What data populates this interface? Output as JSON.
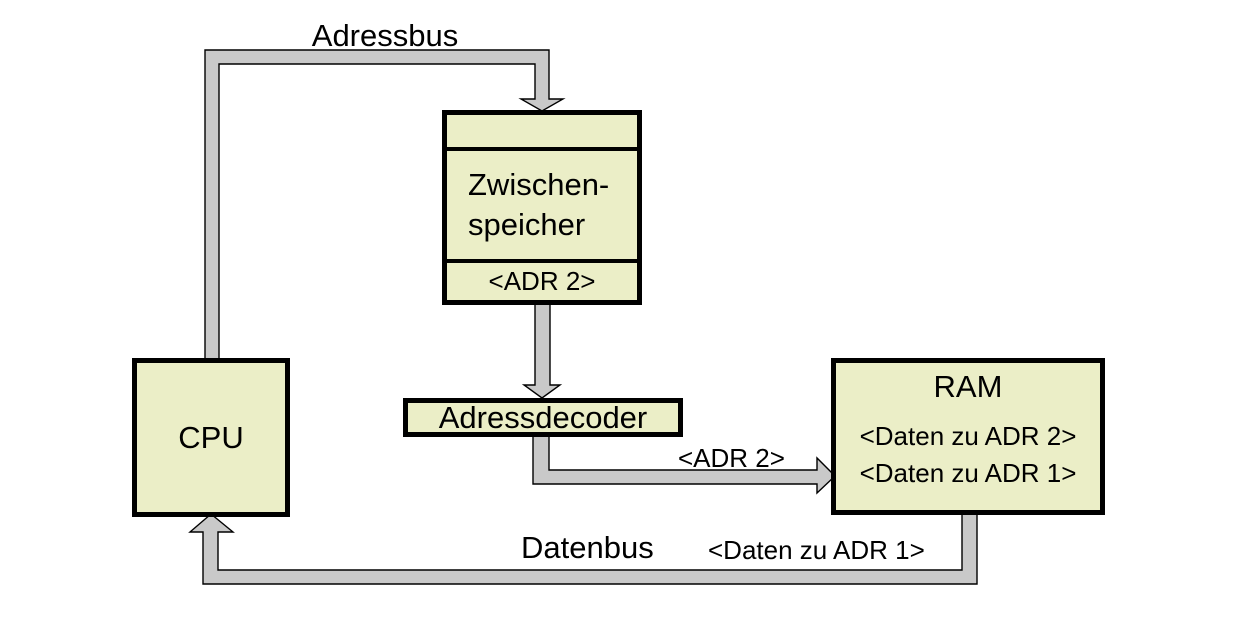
{
  "diagram": {
    "colors": {
      "background": "#ffffff",
      "box_fill": "#ebeec7",
      "box_border": "#000000",
      "bus_fill": "#c9c9c9",
      "bus_outline": "#000000",
      "text": "#000000"
    },
    "bus_labels": {
      "adressbus": "Adressbus",
      "datenbus": "Datenbus",
      "adr2": "<ADR 2>",
      "daten_zu_adr1": "<Daten zu ADR 1>"
    },
    "boxes": {
      "cpu": {
        "label": "CPU"
      },
      "zwischenspeicher": {
        "label_line1": "Zwischen-",
        "label_line2": "speicher",
        "slot": "<ADR 2>"
      },
      "adressdecoder": {
        "label": "Adressdecoder"
      },
      "ram": {
        "title": "RAM",
        "row1": "<Daten zu ADR 2>",
        "row2": "<Daten zu ADR 1>"
      }
    }
  }
}
